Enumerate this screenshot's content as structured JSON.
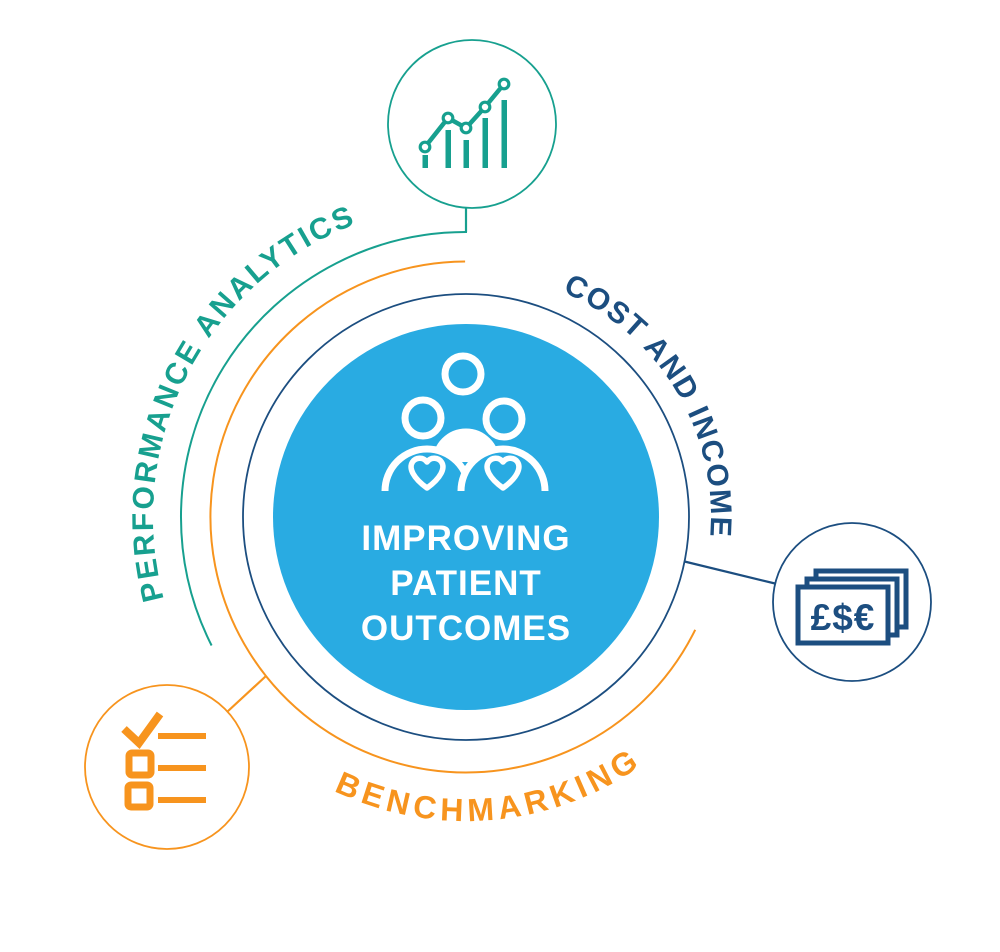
{
  "diagram": {
    "center": {
      "lines": [
        "IMPROVING",
        "PATIENT",
        "OUTCOMES"
      ],
      "icon": "family-with-hearts"
    },
    "segments": [
      {
        "label": "PERFORMANCE ANALYTICS",
        "color": "#17A08F",
        "icon": "rising-line-bar-chart",
        "position": "top-left"
      },
      {
        "label": "COST AND INCOME",
        "color": "#1C4E80",
        "icon": "banknotes-currency",
        "position": "right"
      },
      {
        "label": "BENCHMARKING",
        "color": "#F7941E",
        "icon": "checklist",
        "position": "bottom-left"
      }
    ],
    "money_icon_text": "£$€",
    "colors": {
      "center_blue": "#29ABE2",
      "teal": "#17A08F",
      "navy": "#1C4E80",
      "orange": "#F7941E",
      "white": "#FFFFFF"
    }
  }
}
